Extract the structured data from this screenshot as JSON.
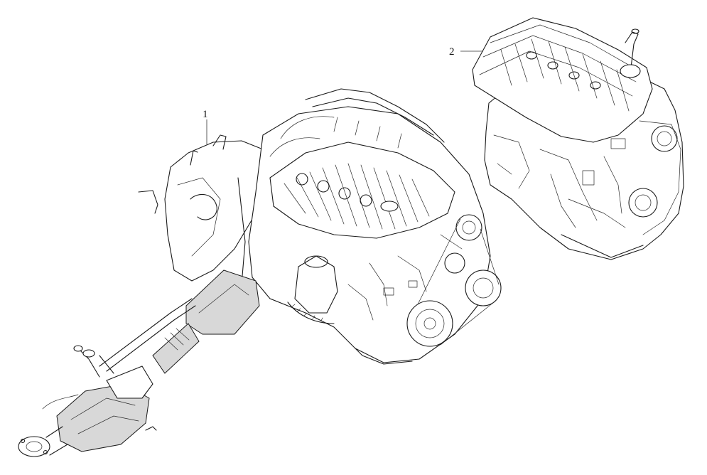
{
  "callouts": [
    {
      "id": "1",
      "label": "1"
    },
    {
      "id": "2",
      "label": "2"
    }
  ],
  "colors": {
    "line": "#1a1a1a",
    "shade": "#d8d8d8",
    "background": "#ffffff"
  }
}
